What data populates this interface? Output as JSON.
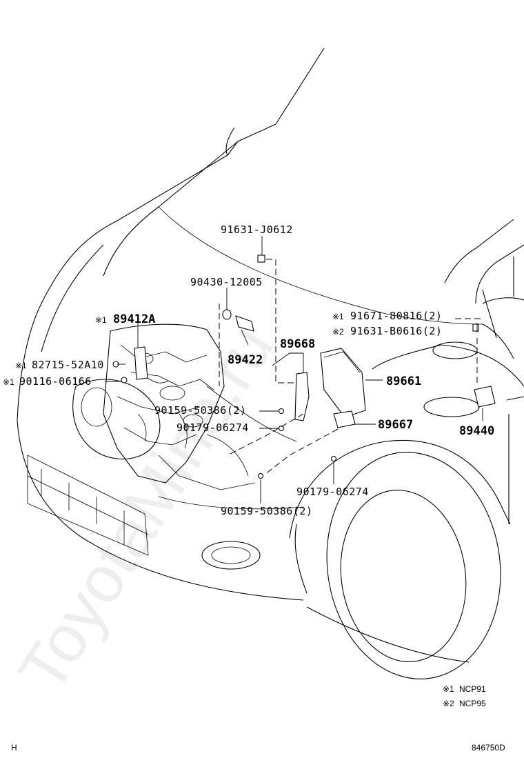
{
  "diagram": {
    "watermark": "ToyotaMine.ru",
    "footnotes": [
      {
        "mark": "※1",
        "text": "NCP91"
      },
      {
        "mark": "※2",
        "text": "NCP95"
      }
    ],
    "corner_left": "H",
    "figure_code": "846750D",
    "parts": {
      "p91631_J0612": "91631-J0612",
      "p90430_12005": "90430-12005",
      "p91671_80816": "91671-80816(2)",
      "p91631_B0616": "91631-B0616(2)",
      "p89412A": "89412A",
      "p82715_52A10": "82715-52A10",
      "p90116_06166": "90116-06166",
      "p89668": "89668",
      "p89422": "89422",
      "p89661": "89661",
      "p90159_50386_a": "90159-50386(2)",
      "p90179_06274_a": "90179-06274",
      "p89667": "89667",
      "p89440": "89440",
      "p90179_06274_b": "90179-06274",
      "p90159_50386_b": "90159-50386(2)"
    },
    "marks": {
      "m1": "※1",
      "m2": "※2"
    }
  }
}
